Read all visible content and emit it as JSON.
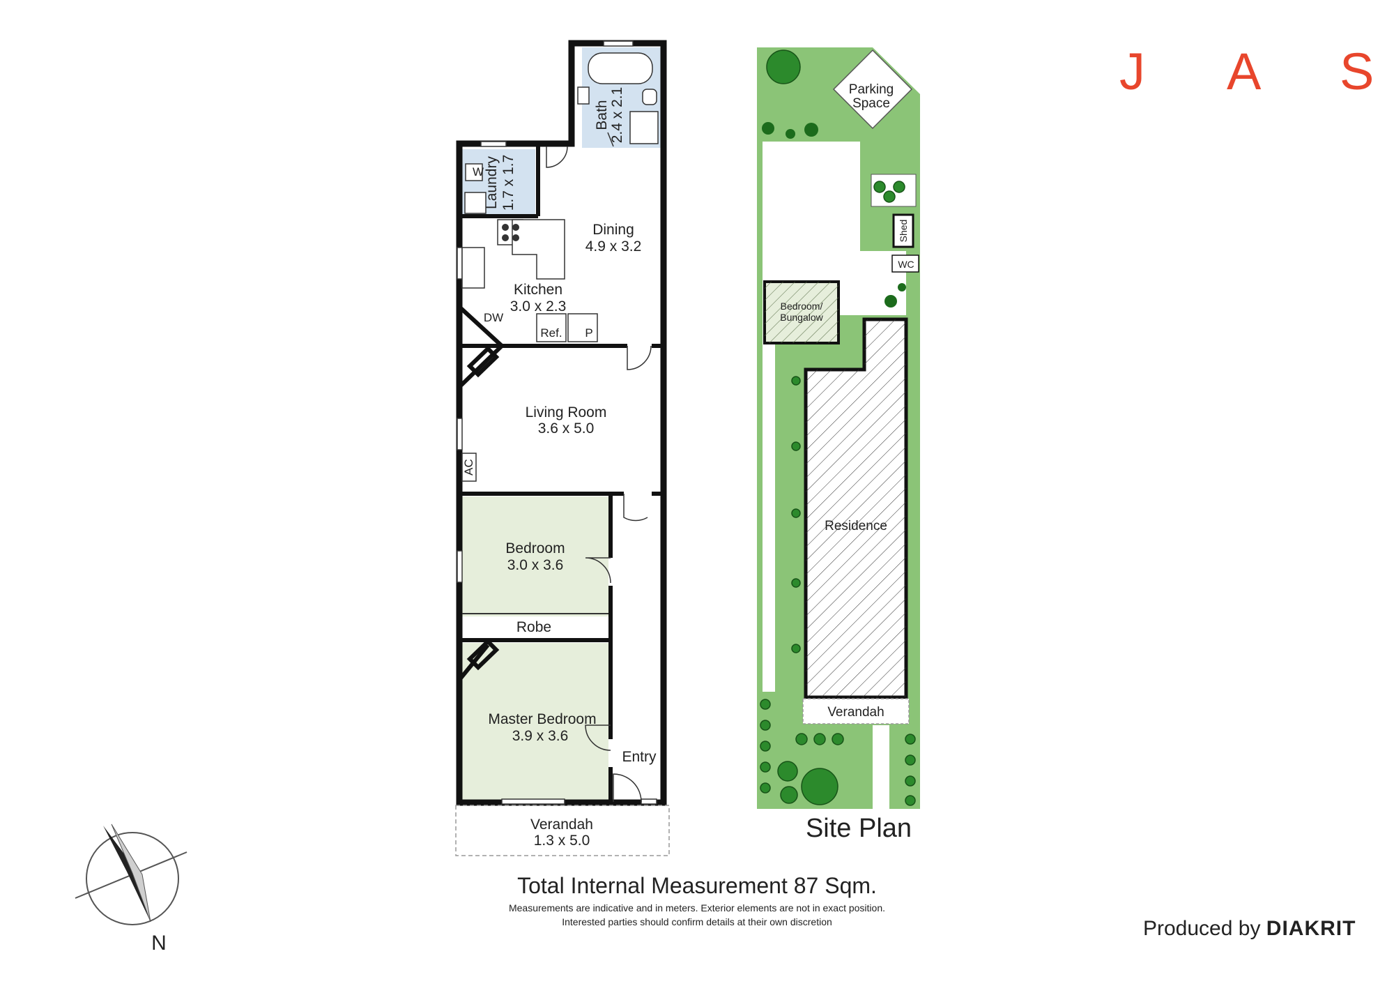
{
  "brand": {
    "letters": [
      "J",
      "A",
      "S"
    ],
    "color": "#e8462c"
  },
  "floor_plan": {
    "rooms": [
      {
        "name": "Bath",
        "size": "2.4 x 2.1"
      },
      {
        "name": "Laundry",
        "size": "1.7 x 1.7"
      },
      {
        "name": "Dining",
        "size": "4.9 x 3.2"
      },
      {
        "name": "Kitchen",
        "size": "3.0 x 2.3"
      },
      {
        "name": "Living Room",
        "size": "3.6 x 5.0"
      },
      {
        "name": "Bedroom",
        "size": "3.0 x 3.6"
      },
      {
        "name": "Master Bedroom",
        "size": "3.9 x 3.6"
      },
      {
        "name": "Verandah",
        "size": "1.3 x 5.0"
      }
    ],
    "labels": {
      "robe": "Robe",
      "entry": "Entry",
      "washer": "W",
      "dishwasher": "DW",
      "fridge": "Ref.",
      "pantry": "P",
      "ac": "AC"
    }
  },
  "site_plan": {
    "title": "Site Plan",
    "labels": {
      "parking": [
        "Parking",
        "Space"
      ],
      "shed": "Shed",
      "wc": "WC",
      "bungalow": [
        "Bedroom/",
        "Bungalow"
      ],
      "residence": "Residence",
      "verandah": "Verandah"
    }
  },
  "compass": {
    "label": "N"
  },
  "footer": {
    "title": "Total Internal Measurement 87 Sqm.",
    "note1": "Measurements are indicative and in meters. Exterior elements are not in exact position.",
    "note2": "Interested parties should confirm details at their own discretion"
  },
  "producer": {
    "prefix": "Produced by",
    "brand": "DIAKRIT"
  },
  "colors": {
    "wall": "#111111",
    "bedroom_fill": "#e6eedb",
    "wet_fill": "#d3e2f0",
    "lawn": "#8bc477",
    "tree": "#2c8a2c",
    "accent": "#e8462c"
  }
}
